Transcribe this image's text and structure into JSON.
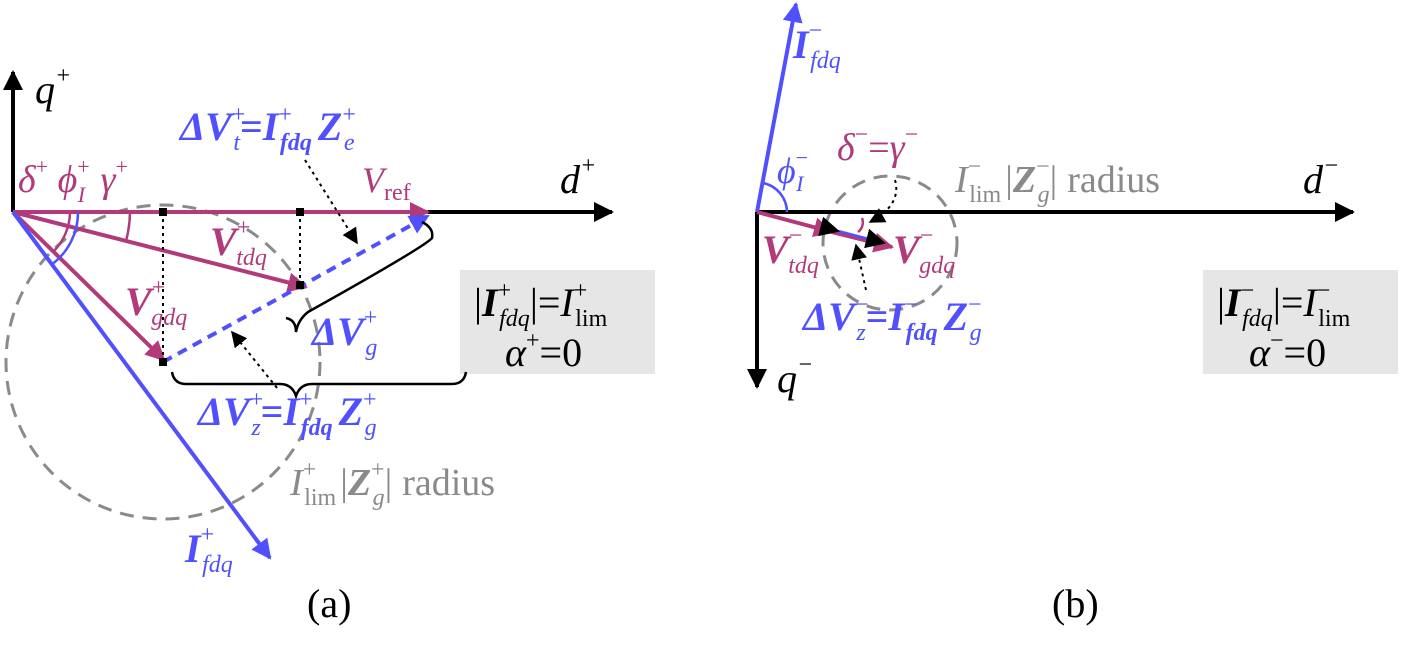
{
  "colors": {
    "current": "#5050ff",
    "voltage": "#b03a7a",
    "circle": "#8a8a8a",
    "axis": "#000000",
    "box": "#e6e6e6"
  },
  "panel_a": {
    "caption": "(a)",
    "q_axis": {
      "main": "q",
      "sup": "+"
    },
    "d_axis": {
      "main": "d",
      "sup": "+"
    },
    "angles": {
      "delta": {
        "main": "δ",
        "sup": "+"
      },
      "phi": {
        "main": "ϕ",
        "sub": "I",
        "sup": "+"
      },
      "gamma": {
        "main": "γ",
        "sup": "+"
      }
    },
    "vref": {
      "main": "V",
      "sub": "ref"
    },
    "vtdq": {
      "main": "V",
      "sub": "tdq",
      "sup": "+"
    },
    "vgdq": {
      "main": "V",
      "sub": "gdq",
      "sup": "+"
    },
    "ifdq": {
      "main": "I",
      "sub": "fdq",
      "sup": "+"
    },
    "dvt_eq": {
      "lhs": "ΔV",
      "lhs_sub": "t",
      "lhs_sup": "+",
      "eq": "=",
      "i": "I",
      "i_sub": "fdq",
      "i_sup": "+",
      "z": "Z",
      "z_sub": "e",
      "z_sup": "+"
    },
    "dvg": {
      "main": "ΔV",
      "sub": "g",
      "sup": "+"
    },
    "dvz_eq": {
      "lhs": "ΔV",
      "lhs_sub": "z",
      "lhs_sup": "+",
      "eq": "=",
      "i": "I",
      "i_sub": "fdq",
      "i_sup": "+",
      "z": "Z",
      "z_sub": "g",
      "z_sup": "+"
    },
    "radius": {
      "i": "I",
      "i_sub": "lim",
      "i_sup": "+",
      "open": "|",
      "z": "Z",
      "z_sub": "g",
      "z_sup": "+",
      "close": "|",
      "word": "radius"
    },
    "box": {
      "line1": {
        "open": "|",
        "i": "I",
        "i_sub": "fdq",
        "i_sup": "+",
        "close": "|",
        "eq": "=",
        "lim": "I",
        "lim_sub": "lim",
        "lim_sup": "+"
      },
      "line2": {
        "alpha": "α",
        "sup": "+",
        "eq": "=",
        "val": "0"
      }
    }
  },
  "panel_b": {
    "caption": "(b)",
    "q_axis": {
      "main": "q",
      "sup": "−"
    },
    "d_axis": {
      "main": "d",
      "sup": "−"
    },
    "ifdq": {
      "main": "I",
      "sub": "fdq",
      "sup": "−"
    },
    "phi": {
      "main": "ϕ",
      "sub": "I",
      "sup": "−"
    },
    "delta_gamma": {
      "delta": "δ",
      "delta_sup": "−",
      "eq": "=",
      "gamma": "γ",
      "gamma_sup": "−"
    },
    "radius": {
      "i": "I",
      "i_sub": "lim",
      "i_sup": "−",
      "open": "|",
      "z": "Z",
      "z_sub": "g",
      "z_sup": "−",
      "close": "|",
      "word": "radius"
    },
    "vtdq": {
      "main": "V",
      "sub": "tdq",
      "sup": "−"
    },
    "vgdq": {
      "main": "V",
      "sub": "gdq",
      "sup": "−"
    },
    "dvz_eq": {
      "lhs": "ΔV",
      "lhs_sub": "z",
      "lhs_sup": "−",
      "eq": "=",
      "i": "I",
      "i_sub": "fdq",
      "i_sup": "−",
      "z": "Z",
      "z_sub": "g",
      "z_sup": "−"
    },
    "box": {
      "line1": {
        "open": "|",
        "i": "I",
        "i_sub": "fdq",
        "i_sup": "−",
        "close": "|",
        "eq": "=",
        "lim": "I",
        "lim_sub": "lim",
        "lim_sup": "−"
      },
      "line2": {
        "alpha": "α",
        "sup": "−",
        "eq": "=",
        "val": "0"
      }
    }
  }
}
